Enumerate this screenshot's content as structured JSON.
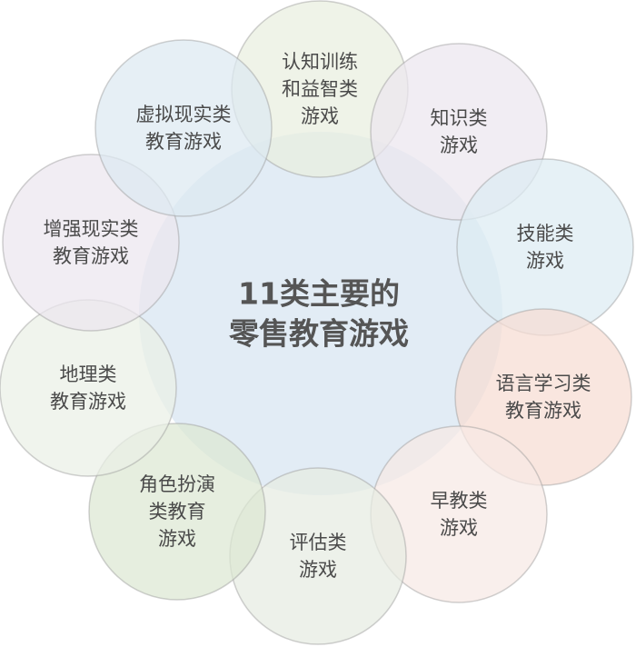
{
  "center": {
    "lines": [
      "11类主要的",
      "零售教育游戏"
    ],
    "fill": "#d8e6f1"
  },
  "categories": [
    {
      "lines": [
        "认知训练",
        "和益智类",
        "游戏"
      ],
      "fill": "#e9efdf",
      "stroke": "#9a9a9a"
    },
    {
      "lines": [
        "知识类",
        "游戏"
      ],
      "fill": "#ece6ef",
      "stroke": "#9a9a9a"
    },
    {
      "lines": [
        "技能类",
        "游戏"
      ],
      "fill": "#dcebf3",
      "stroke": "#9a9a9a"
    },
    {
      "lines": [
        "语言学习类",
        "教育游戏"
      ],
      "fill": "#f6ddd2",
      "stroke": "#9a9a9a"
    },
    {
      "lines": [
        "早教类",
        "游戏"
      ],
      "fill": "#f7e9e4",
      "stroke": "#9a9a9a"
    },
    {
      "lines": [
        "评估类",
        "游戏"
      ],
      "fill": "#e6ece2",
      "stroke": "#9a9a9a"
    },
    {
      "lines": [
        "角色扮演",
        "类教育",
        "游戏"
      ],
      "fill": "#dce8d2",
      "stroke": "#9a9a9a"
    },
    {
      "lines": [
        "地理类",
        "教育游戏"
      ],
      "fill": "#eaf0e6",
      "stroke": "#9a9a9a"
    },
    {
      "lines": [
        "增强现实类",
        "教育游戏"
      ],
      "fill": "#ebe6ef",
      "stroke": "#9a9a9a"
    },
    {
      "lines": [
        "虚拟现实类",
        "教育游戏"
      ],
      "fill": "#dde9f1",
      "stroke": "#9a9a9a"
    }
  ]
}
